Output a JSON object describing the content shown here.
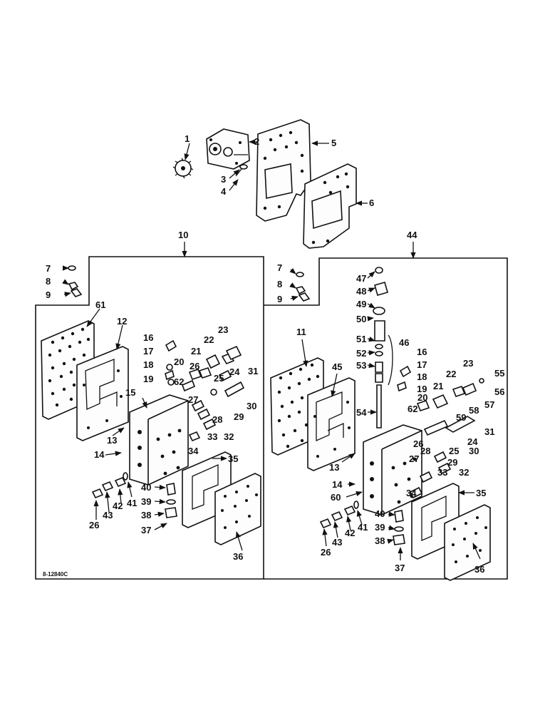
{
  "diagram": {
    "drawing_ref": "8-12840C",
    "assembly_labels": [
      "10",
      "44"
    ],
    "callouts_top": [
      "1",
      "2",
      "3",
      "4",
      "5",
      "6"
    ],
    "callouts_left": [
      "7",
      "8",
      "9",
      "61",
      "12",
      "13",
      "14",
      "15",
      "16",
      "17",
      "18",
      "19",
      "62",
      "20",
      "21",
      "22",
      "23",
      "26",
      "27",
      "25",
      "24",
      "31",
      "28",
      "29",
      "30",
      "33",
      "32",
      "34",
      "35",
      "40",
      "41",
      "39",
      "38",
      "37",
      "42",
      "43",
      "26",
      "36"
    ],
    "callouts_right": [
      "7",
      "8",
      "9",
      "47",
      "48",
      "49",
      "50",
      "51",
      "52",
      "53",
      "46",
      "54",
      "11",
      "45",
      "16",
      "17",
      "18",
      "19",
      "62",
      "20",
      "21",
      "22",
      "23",
      "55",
      "56",
      "57",
      "58",
      "59",
      "31",
      "24",
      "25",
      "30",
      "26",
      "28",
      "27",
      "29",
      "33",
      "32",
      "13",
      "14",
      "60",
      "34",
      "35",
      "40",
      "39",
      "41",
      "42",
      "43",
      "26",
      "38",
      "37",
      "36"
    ]
  }
}
